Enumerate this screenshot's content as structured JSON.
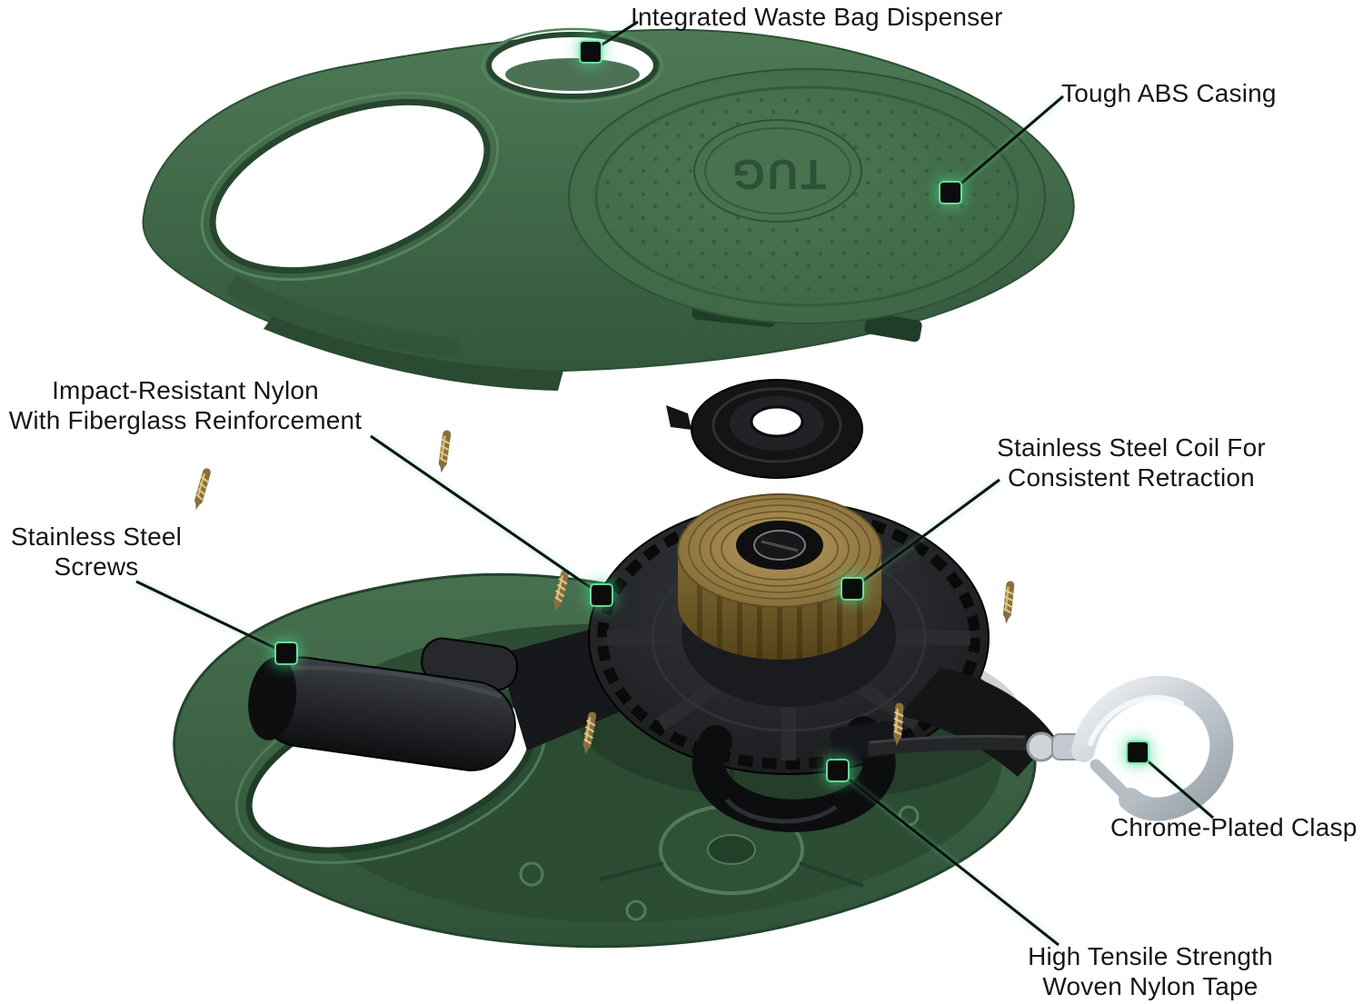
{
  "title": "Retractable Dog Leash Exploded View Diagram",
  "logo_text": "TUG",
  "colors": {
    "background": "#ffffff",
    "label_color": "#161616",
    "casing_green": "#40694a",
    "casing_green_dark": "#2c4a33",
    "mechanism_black": "#1a1b1d",
    "coil_gold": "#a38952",
    "screw_gold": "#8a6f3e",
    "clasp_chrome": "#d9dde1",
    "glow_green": "#48d88c"
  },
  "callouts": {
    "waste_bag": {
      "label": "Integrated Waste Bag Dispenser"
    },
    "abs_casing": {
      "label": "Tough ABS Casing"
    },
    "nylon": {
      "label": "Impact-Resistant Nylon\nWith Fiberglass Reinforcement"
    },
    "coil": {
      "label": "Stainless Steel Coil For\nConsistent Retraction"
    },
    "screws": {
      "label": "Stainless Steel\nScrews"
    },
    "clasp": {
      "label": "Chrome-Plated Clasp"
    },
    "tape": {
      "label": "High Tensile Strength\nWoven Nylon Tape"
    }
  }
}
